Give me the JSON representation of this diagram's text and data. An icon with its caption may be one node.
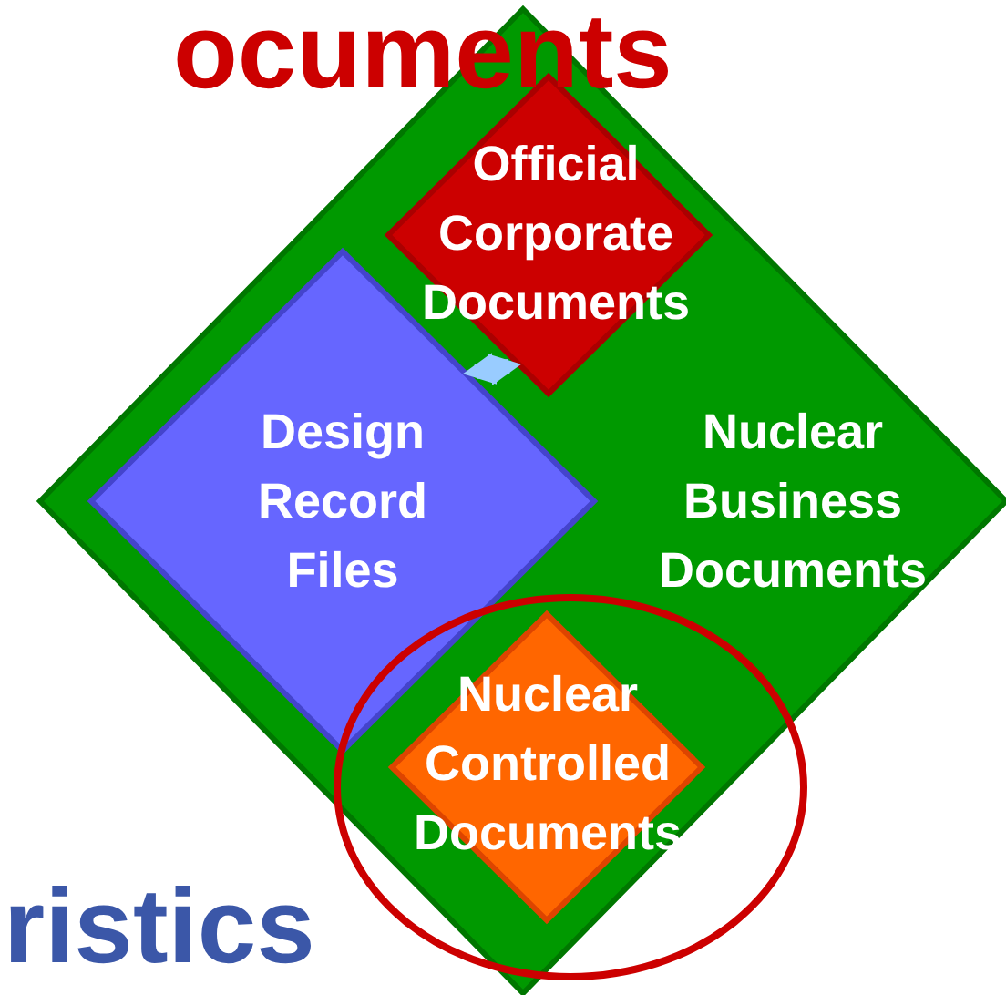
{
  "diagram": {
    "nodes": [
      {
        "text": [
          "Nuclear Business Documents"
        ]
      },
      {
        "text": [
          "Official Corporate Documents"
        ],
        "in": 0
      },
      {
        "text": [
          "Design Record Files"
        ],
        "in": 0
      },
      {
        "text": [
          "Nuclear Controlled Documents"
        ],
        "in": 0
      }
    ],
    "edges": [
      {
        "from": 2,
        "to": 1,
        "arrow": "both"
      }
    ],
    "labels": [
      "ocuments",
      "ristics"
    ]
  }
}
